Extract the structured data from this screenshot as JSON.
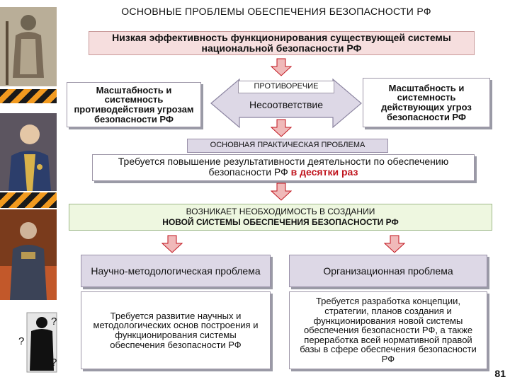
{
  "title": "ОСНОВНЫЕ ПРОБЛЕМЫ ОБЕСПЕЧЕНИЯ БЕЗОПАСНОСТИ РФ",
  "top_problem": "Низкая эффективность функционирования существующей системы национальной безопасности РФ",
  "left_box": "Масштабность и системность противодействия угрозам безопасности РФ",
  "contradiction": {
    "label": "ПРОТИВОРЕЧИЕ",
    "text": "Несоответствие"
  },
  "right_box": "Масштабность и системность действующих угроз безопасности РФ",
  "main_problem_label": "ОСНОВНАЯ ПРАКТИЧЕСКАЯ ПРОБЛЕМА",
  "requirement": {
    "text": "Требуется повышение результативности деятельности по обеспечению безопасности РФ",
    "highlight": "в десятки раз"
  },
  "necessity": {
    "line1": "ВОЗНИКАЕТ НЕОБХОДИМОСТЬ В СОЗДАНИИ",
    "line2": "НОВОЙ СИСТЕМЫ ОБЕСПЕЧЕНИЯ БЕЗОПАСНОСТИ РФ"
  },
  "problems": [
    {
      "title": "Научно-методологическая проблема",
      "detail": "Требуется развитие научных и методологических основ построения и функционирования системы обеспечения безопасности РФ"
    },
    {
      "title": "Организационная проблема",
      "detail": "Требуется разработка концепции, стратегии, планов создания и функционирования новой системы обеспечения безопасности РФ, а также переработка всей нормативной правой базы в сфере обеспечения безопасности РФ"
    }
  ],
  "question_marks": [
    "?",
    "?",
    "?"
  ],
  "slide_number": "81",
  "colors": {
    "pink_fill": "#f6dede",
    "lilac_fill": "#ddd8e6",
    "arrow_fill": "#f0b9b9",
    "arrow_stroke": "#c0141d",
    "highlight": "#c0141d"
  }
}
